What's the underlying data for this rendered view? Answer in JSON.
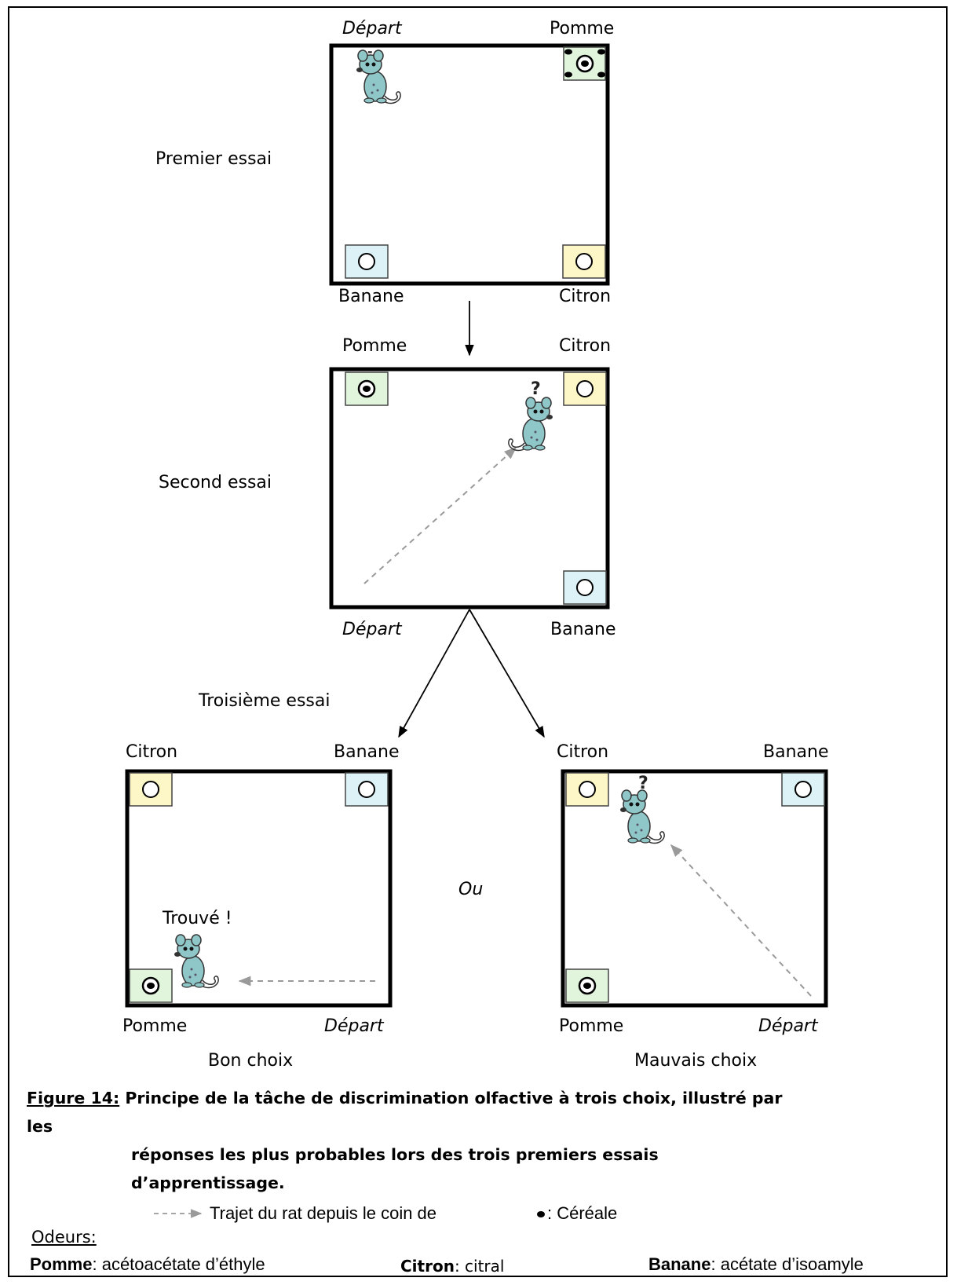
{
  "figure": {
    "trials": {
      "first": {
        "label": "Premier essai",
        "corners": {
          "top_left": "Départ",
          "top_right": "Pomme",
          "bottom_left": "Banane",
          "bottom_right": "Citron"
        }
      },
      "second": {
        "label": "Second essai",
        "corners": {
          "top_left": "Pomme",
          "top_right": "Citron",
          "bottom_left": "Départ",
          "bottom_right": "Banane"
        }
      },
      "third": {
        "label": "Troisième essai",
        "separator": "Ou",
        "good": {
          "corners": {
            "top_left": "Citron",
            "top_right": "Banane",
            "bottom_left": "Pomme",
            "bottom_right": "Départ"
          },
          "bubble": "Trouvé !",
          "verdict": "Bon choix"
        },
        "bad": {
          "corners": {
            "top_left": "Citron",
            "top_right": "Banane",
            "bottom_left": "Pomme",
            "bottom_right": "Départ"
          },
          "verdict": "Mauvais choix"
        }
      }
    },
    "pot_colors": {
      "pomme": "#e0f5dc",
      "citron": "#fdf6c6",
      "banane": "#dcf2f6"
    },
    "rat_color": "#8fc6c8",
    "caption": {
      "prefix": "Figure 14:",
      "line1": " Principe de la tâche de discrimination olfactive à trois choix, illustré par les",
      "line2": "réponses les plus probables lors des trois premiers essais d’apprentissage."
    },
    "legend": {
      "path_text": "Trajet du rat depuis le coin de",
      "cereal_text": ": Céréale",
      "odors_title": "Odeurs:",
      "items": [
        {
          "name": "Pomme",
          "desc": ": acétoacétate d’éthyle"
        },
        {
          "name": "Citron",
          "desc": ": citral"
        },
        {
          "name": "Banane",
          "desc": ": acétate d’isoamyle"
        }
      ]
    }
  }
}
